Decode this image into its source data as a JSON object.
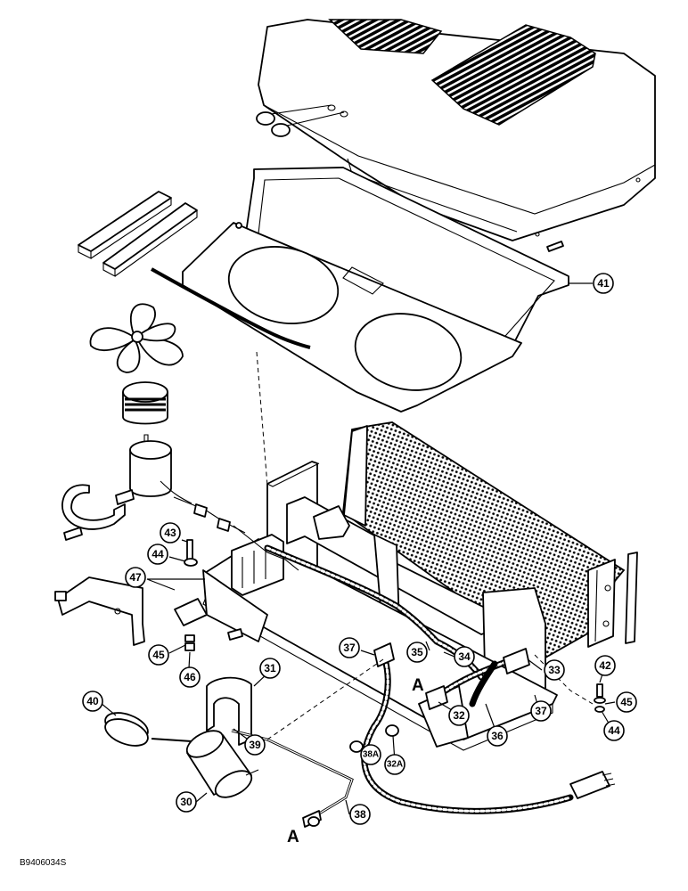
{
  "figure_id": "B9406034S",
  "section_letters": [
    "A",
    "A"
  ],
  "callouts": [
    "41",
    "43",
    "44",
    "47",
    "45",
    "46",
    "37",
    "35",
    "34",
    "31",
    "33",
    "42",
    "45",
    "44",
    "40",
    "39",
    "32",
    "37",
    "36",
    "30",
    "38A",
    "32A",
    "38"
  ]
}
